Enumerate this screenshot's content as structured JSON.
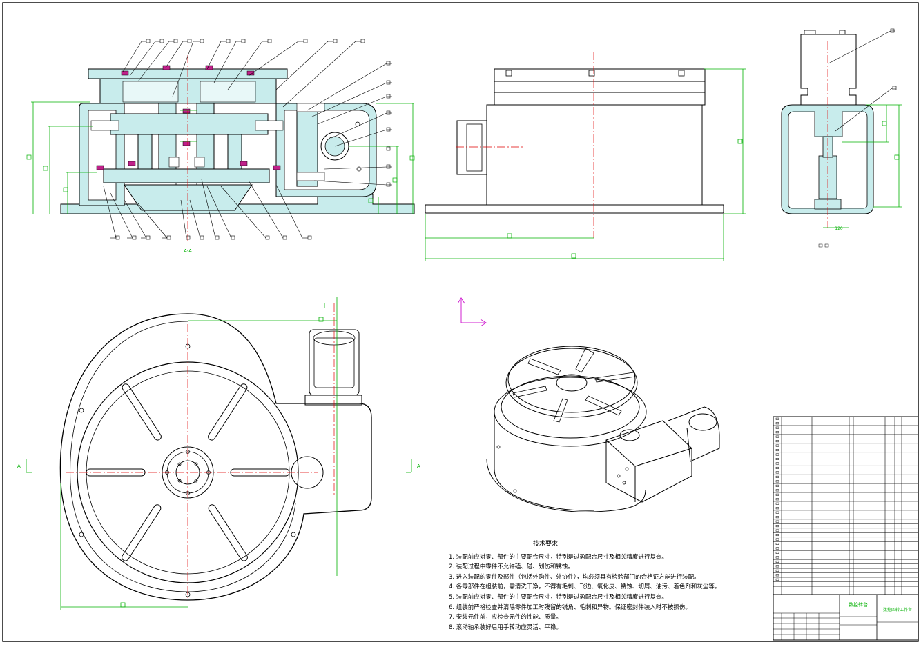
{
  "drawing": {
    "section_label": "A-A",
    "section_mark_left": "A",
    "section_mark_right": "A",
    "dim_small": "120"
  },
  "technical_requirements": {
    "title": "技术要求",
    "items": [
      "1. 装配前应对零、部件的主要配合尺寸，特别是过盈配合尺寸及相关精度进行复查。",
      "2. 装配过程中零件不允许磕、碰、划伤和锈蚀。",
      "3. 进入装配的零件及部件（包括外购件、外协件），均必须具有检验部门的合格证方能进行装配。",
      "4. 各零部件在组装前，需清洗干净，不得有毛刺、飞边、氧化皮、锈蚀、切屑、油污、着色剂和灰尘等。",
      "5. 装配前应对零、部件的主要配合尺寸，特别是过盈配合尺寸及相关精度进行复查。",
      "6. 组装前严格检查并清除零件加工时残留的锐角、毛刺和异物。保证密封件装入时不被擦伤。",
      "7. 安装元件前，应检查元件的性能、质量。",
      "8. 滚动轴承装好后用手转动应灵活、平稳。"
    ]
  },
  "title_block": {
    "company": "数控转台",
    "drawing_name": "数控回转工作台"
  },
  "colors": {
    "outline": "#000000",
    "dimension": "#00b000",
    "centerline": "#e00000",
    "section_fill": "#c8ecec",
    "bolt": "#c0208a",
    "ucs": "#d020d0"
  }
}
